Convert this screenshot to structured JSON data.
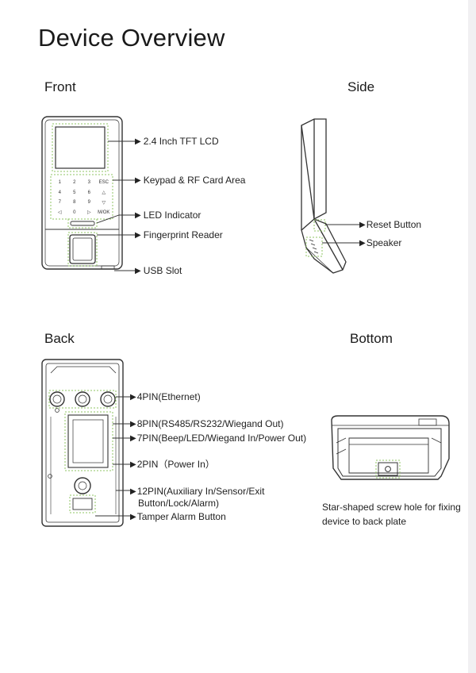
{
  "page": {
    "title": "Device Overview"
  },
  "sections": {
    "front": "Front",
    "side": "Side",
    "back": "Back",
    "bottom": "Bottom"
  },
  "front_callouts": {
    "lcd": "2.4 Inch TFT LCD",
    "keypad": "Keypad & RF Card Area",
    "led": "LED Indicator",
    "fingerprint": "Fingerprint Reader",
    "usb": "USB Slot"
  },
  "keypad_keys": [
    "1",
    "2",
    "3",
    "ESC",
    "4",
    "5",
    "6",
    "△",
    "7",
    "8",
    "9",
    "▽",
    "◁",
    "0",
    "▷",
    "M/OK"
  ],
  "side_callouts": {
    "reset": "Reset Button",
    "speaker": "Speaker"
  },
  "back_callouts": {
    "ethernet": "4PIN(Ethernet)",
    "pin8": "8PIN(RS485/RS232/Wiegand Out)",
    "pin7": "7PIN(Beep/LED/Wiegand In/Power Out)",
    "pin2": "2PIN（Power In）",
    "pin12_line1": "12PIN(Auxiliary In/Sensor/Exit",
    "pin12_line2": "Button/Lock/Alarm)",
    "tamper": "Tamper Alarm Button"
  },
  "bottom_caption": {
    "line1": "Star-shaped screw hole for fixing",
    "line2": "device to back plate"
  },
  "colors": {
    "accent_dash": "#8fc463",
    "line": "#333333"
  },
  "arrow_glyph": "▶"
}
